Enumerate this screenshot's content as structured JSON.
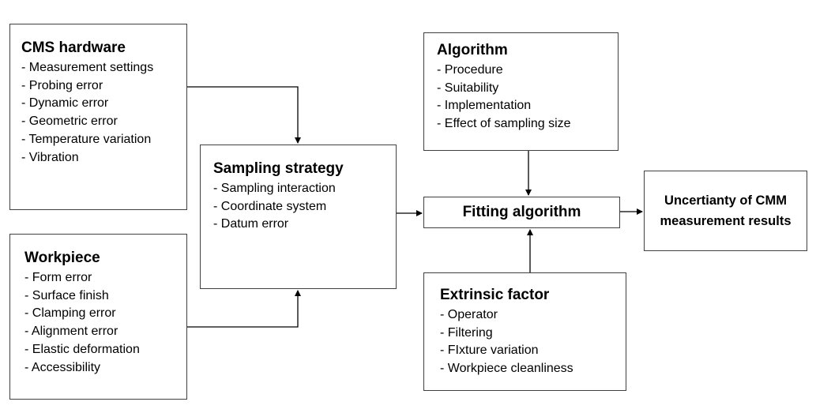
{
  "cms_hardware": {
    "title": "CMS hardware",
    "items": [
      "Measurement settings",
      "Probing error",
      "Dynamic error",
      "Geometric error",
      "Temperature variation",
      "Vibration"
    ]
  },
  "workpiece": {
    "title": "Workpiece",
    "items": [
      "Form error",
      "Surface finish",
      "Clamping error",
      "Alignment error",
      "Elastic deformation",
      "Accessibility"
    ]
  },
  "sampling_strategy": {
    "title": "Sampling strategy",
    "items": [
      "Sampling interaction",
      "Coordinate system",
      "Datum error"
    ]
  },
  "algorithm": {
    "title": "Algorithm",
    "items": [
      "Procedure",
      "Suitability",
      "Implementation",
      "Effect of sampling size"
    ]
  },
  "extrinsic_factor": {
    "title": "Extrinsic factor",
    "items": [
      "Operator",
      "Filtering",
      "FIxture variation",
      "Workpiece cleanliness"
    ]
  },
  "fitting_algorithm": {
    "title": "Fitting algorithm"
  },
  "uncertainty": {
    "title": "Uncertianty of CMM measurement results"
  },
  "colors": {
    "border": "#404040",
    "arrow": "#000000",
    "background": "#ffffff"
  }
}
